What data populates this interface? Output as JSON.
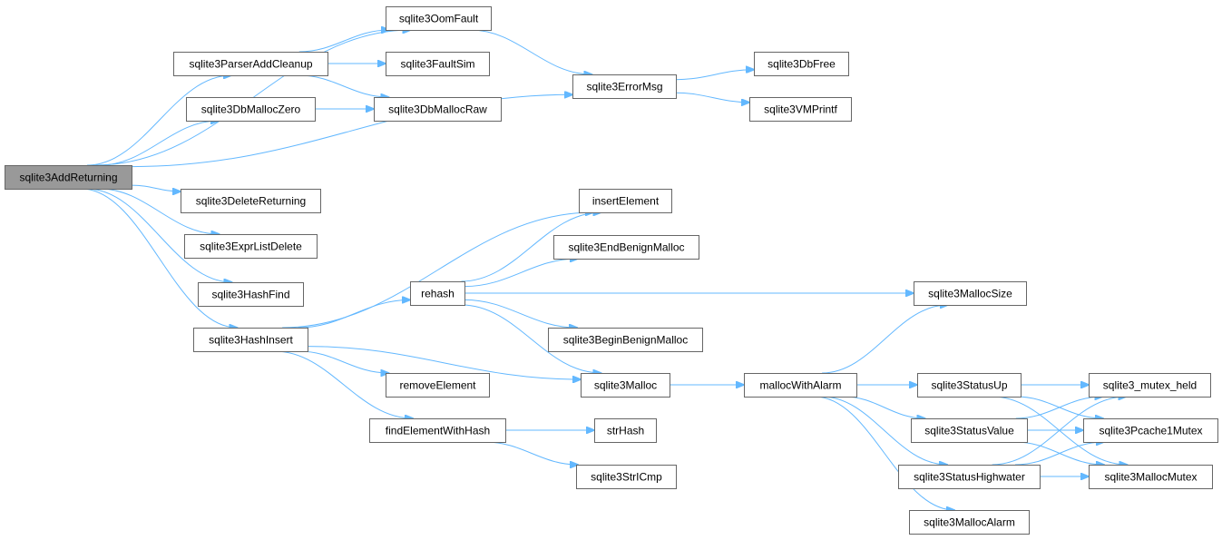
{
  "graph": {
    "root": "sqlite3AddReturning",
    "nodes": [
      {
        "id": "sqlite3AddReturning",
        "label": "sqlite3AddReturning"
      },
      {
        "id": "sqlite3OomFault",
        "label": "sqlite3OomFault"
      },
      {
        "id": "sqlite3ParserAddCleanup",
        "label": "sqlite3ParserAddCleanup"
      },
      {
        "id": "sqlite3FaultSim",
        "label": "sqlite3FaultSim"
      },
      {
        "id": "sqlite3DbMallocZero",
        "label": "sqlite3DbMallocZero"
      },
      {
        "id": "sqlite3DbMallocRaw",
        "label": "sqlite3DbMallocRaw"
      },
      {
        "id": "sqlite3ErrorMsg",
        "label": "sqlite3ErrorMsg"
      },
      {
        "id": "sqlite3DbFree",
        "label": "sqlite3DbFree"
      },
      {
        "id": "sqlite3VMPrintf",
        "label": "sqlite3VMPrintf"
      },
      {
        "id": "sqlite3DeleteReturning",
        "label": "sqlite3DeleteReturning"
      },
      {
        "id": "sqlite3ExprListDelete",
        "label": "sqlite3ExprListDelete"
      },
      {
        "id": "sqlite3HashFind",
        "label": "sqlite3HashFind"
      },
      {
        "id": "sqlite3HashInsert",
        "label": "sqlite3HashInsert"
      },
      {
        "id": "insertElement",
        "label": "insertElement"
      },
      {
        "id": "sqlite3EndBenignMalloc",
        "label": "sqlite3EndBenignMalloc"
      },
      {
        "id": "rehash",
        "label": "rehash"
      },
      {
        "id": "sqlite3MallocSize",
        "label": "sqlite3MallocSize"
      },
      {
        "id": "sqlite3BeginBenignMalloc",
        "label": "sqlite3BeginBenignMalloc"
      },
      {
        "id": "removeElement",
        "label": "removeElement"
      },
      {
        "id": "sqlite3Malloc",
        "label": "sqlite3Malloc"
      },
      {
        "id": "mallocWithAlarm",
        "label": "mallocWithAlarm"
      },
      {
        "id": "sqlite3StatusUp",
        "label": "sqlite3StatusUp"
      },
      {
        "id": "sqlite3_mutex_held",
        "label": "sqlite3_mutex_held"
      },
      {
        "id": "findElementWithHash",
        "label": "findElementWithHash"
      },
      {
        "id": "strHash",
        "label": "strHash"
      },
      {
        "id": "sqlite3StatusValue",
        "label": "sqlite3StatusValue"
      },
      {
        "id": "sqlite3Pcache1Mutex",
        "label": "sqlite3Pcache1Mutex"
      },
      {
        "id": "sqlite3StrICmp",
        "label": "sqlite3StrICmp"
      },
      {
        "id": "sqlite3StatusHighwater",
        "label": "sqlite3StatusHighwater"
      },
      {
        "id": "sqlite3MallocMutex",
        "label": "sqlite3MallocMutex"
      },
      {
        "id": "sqlite3MallocAlarm",
        "label": "sqlite3MallocAlarm"
      }
    ],
    "edges": [
      [
        "sqlite3AddReturning",
        "sqlite3OomFault"
      ],
      [
        "sqlite3AddReturning",
        "sqlite3ParserAddCleanup"
      ],
      [
        "sqlite3AddReturning",
        "sqlite3DbMallocZero"
      ],
      [
        "sqlite3AddReturning",
        "sqlite3ErrorMsg"
      ],
      [
        "sqlite3AddReturning",
        "sqlite3DeleteReturning"
      ],
      [
        "sqlite3AddReturning",
        "sqlite3ExprListDelete"
      ],
      [
        "sqlite3AddReturning",
        "sqlite3HashFind"
      ],
      [
        "sqlite3AddReturning",
        "sqlite3HashInsert"
      ],
      [
        "sqlite3ParserAddCleanup",
        "sqlite3OomFault"
      ],
      [
        "sqlite3ParserAddCleanup",
        "sqlite3FaultSim"
      ],
      [
        "sqlite3ParserAddCleanup",
        "sqlite3DbMallocRaw"
      ],
      [
        "sqlite3DbMallocZero",
        "sqlite3DbMallocRaw"
      ],
      [
        "sqlite3OomFault",
        "sqlite3ErrorMsg"
      ],
      [
        "sqlite3ErrorMsg",
        "sqlite3DbFree"
      ],
      [
        "sqlite3ErrorMsg",
        "sqlite3VMPrintf"
      ],
      [
        "sqlite3HashInsert",
        "insertElement"
      ],
      [
        "sqlite3HashInsert",
        "rehash"
      ],
      [
        "sqlite3HashInsert",
        "sqlite3Malloc"
      ],
      [
        "sqlite3HashInsert",
        "removeElement"
      ],
      [
        "sqlite3HashInsert",
        "findElementWithHash"
      ],
      [
        "rehash",
        "insertElement"
      ],
      [
        "rehash",
        "sqlite3EndBenignMalloc"
      ],
      [
        "rehash",
        "sqlite3MallocSize"
      ],
      [
        "rehash",
        "sqlite3BeginBenignMalloc"
      ],
      [
        "rehash",
        "sqlite3Malloc"
      ],
      [
        "sqlite3Malloc",
        "mallocWithAlarm"
      ],
      [
        "mallocWithAlarm",
        "sqlite3MallocSize"
      ],
      [
        "mallocWithAlarm",
        "sqlite3_mutex_held"
      ],
      [
        "mallocWithAlarm",
        "sqlite3StatusUp"
      ],
      [
        "mallocWithAlarm",
        "sqlite3StatusValue"
      ],
      [
        "mallocWithAlarm",
        "sqlite3StatusHighwater"
      ],
      [
        "mallocWithAlarm",
        "sqlite3MallocAlarm"
      ],
      [
        "findElementWithHash",
        "strHash"
      ],
      [
        "findElementWithHash",
        "sqlite3StrICmp"
      ],
      [
        "sqlite3StatusUp",
        "sqlite3_mutex_held"
      ],
      [
        "sqlite3StatusUp",
        "sqlite3Pcache1Mutex"
      ],
      [
        "sqlite3StatusUp",
        "sqlite3MallocMutex"
      ],
      [
        "sqlite3StatusValue",
        "sqlite3_mutex_held"
      ],
      [
        "sqlite3StatusValue",
        "sqlite3Pcache1Mutex"
      ],
      [
        "sqlite3StatusValue",
        "sqlite3MallocMutex"
      ],
      [
        "sqlite3StatusHighwater",
        "sqlite3_mutex_held"
      ],
      [
        "sqlite3StatusHighwater",
        "sqlite3Pcache1Mutex"
      ],
      [
        "sqlite3StatusHighwater",
        "sqlite3MallocMutex"
      ]
    ]
  },
  "colors": {
    "edge": "#63b8ff",
    "node_border": "#666666",
    "node_fill": "#ffffff",
    "root_fill": "#999999"
  }
}
